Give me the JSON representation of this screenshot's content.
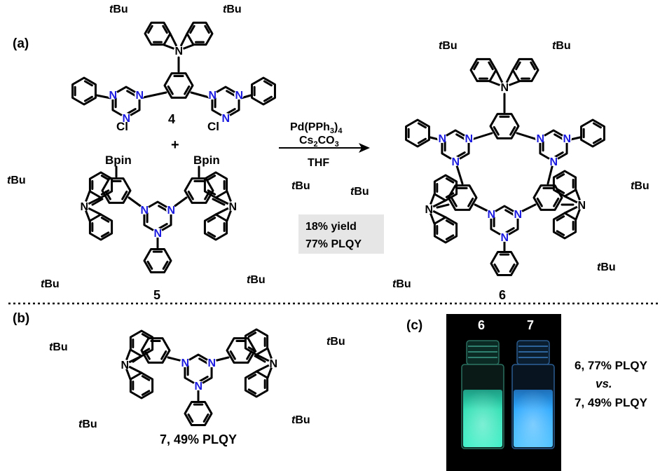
{
  "panels": {
    "a": "(a)",
    "b": "(b)",
    "c": "(c)"
  },
  "substituent_tbu": "tBu",
  "compound4": {
    "number": "4",
    "cl": "Cl"
  },
  "plus": "+",
  "compound5": {
    "number": "5",
    "bpin": "Bpin"
  },
  "reaction": {
    "catalyst": "Pd(PPh3)4",
    "base": "Cs2CO3",
    "solvent": "THF",
    "yield": "18% yield",
    "plqy": "77% PLQY"
  },
  "compound6": {
    "number": "6"
  },
  "compound7": {
    "label": "7, 49% PLQY"
  },
  "photo": {
    "vial_left_label": "6",
    "vial_right_label": "7",
    "vial_left_color": "#2fe0b4",
    "vial_right_color": "#2aa8ff"
  },
  "comparison": {
    "line1": "6, 77% PLQY",
    "line2": "vs.",
    "line3": "7, 49% PLQY"
  },
  "atom_n": "N"
}
